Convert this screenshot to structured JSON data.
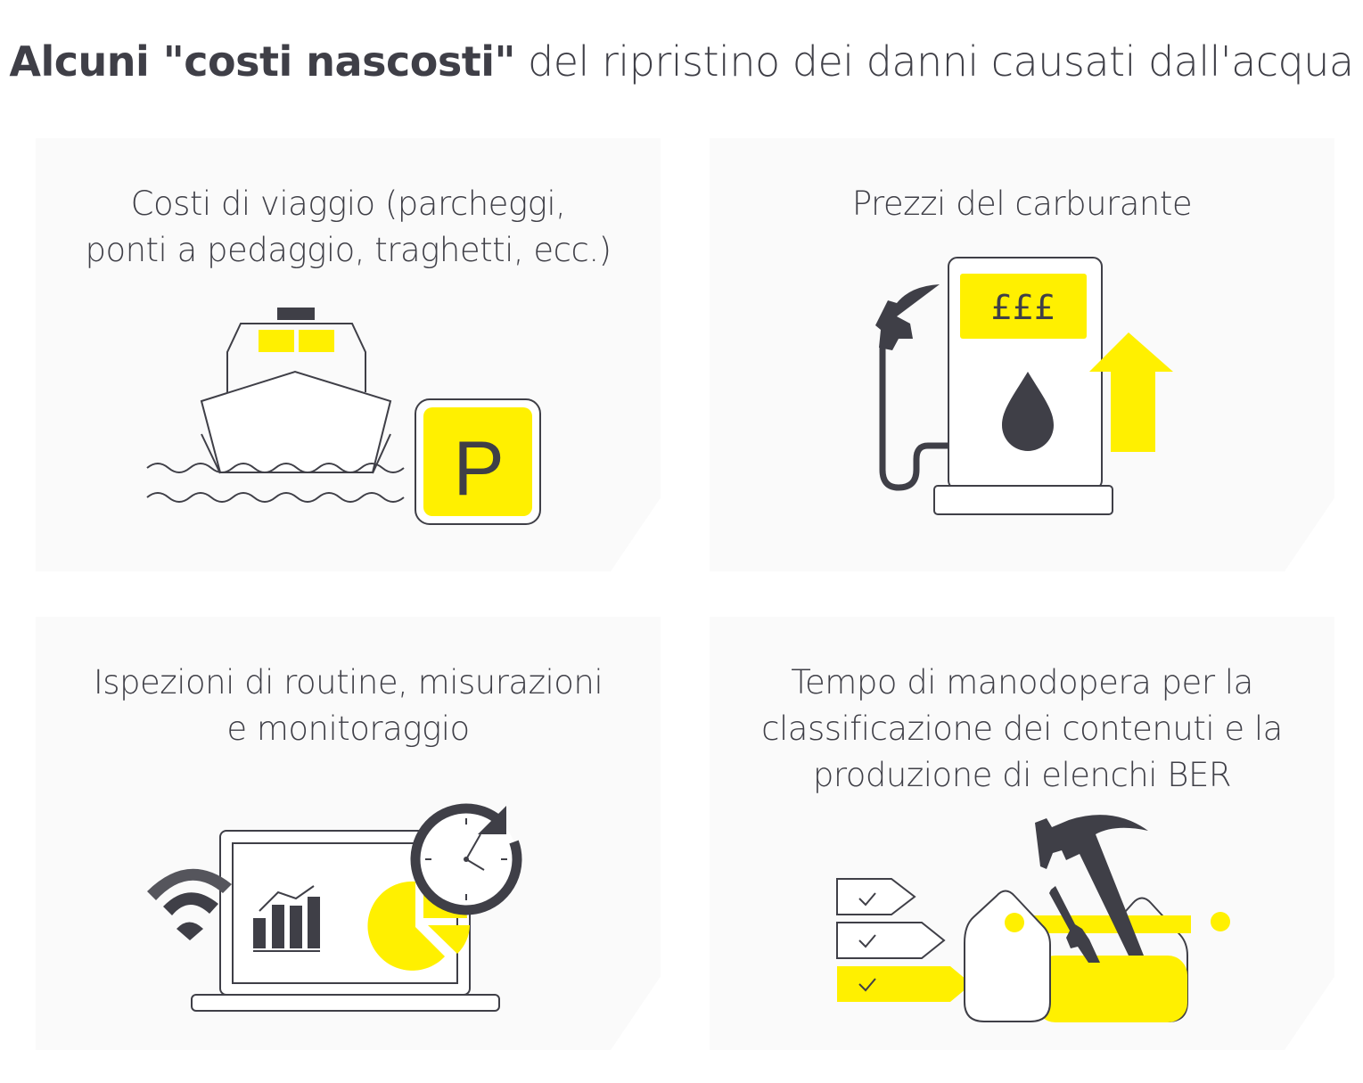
{
  "title": {
    "bold": "Alcuni \"costi nascosti\"",
    "regular": " del ripristino dei danni causati dall'acqua"
  },
  "cards": [
    {
      "lines": [
        "Costi di viaggio (parcheggi,",
        "ponti a pedaggio, traghetti, ecc.)"
      ],
      "icon": "ferry-parking-icon",
      "badge": "P"
    },
    {
      "lines": [
        "Prezzi del carburante"
      ],
      "icon": "fuel-pump-icon",
      "badge": "£££"
    },
    {
      "lines": [
        "Ispezioni di routine, misurazioni",
        "e monitoraggio"
      ],
      "icon": "laptop-monitoring-icon"
    },
    {
      "lines": [
        "Tempo di manodopera per la",
        "classificazione dei contenuti e la",
        "produzione di elenchi BER"
      ],
      "icon": "tags-tools-icon"
    }
  ],
  "colors": {
    "accent": "#fff000",
    "ink": "#3f3f47"
  }
}
